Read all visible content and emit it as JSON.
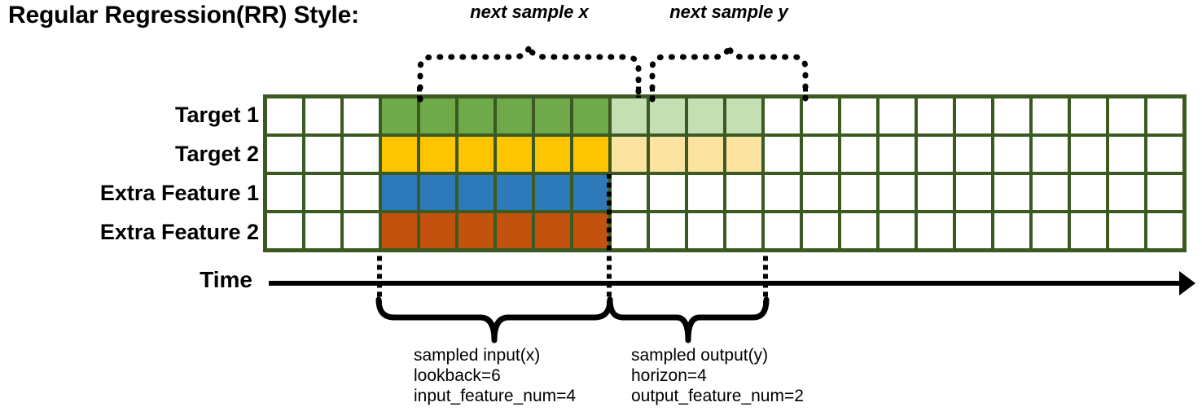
{
  "title": "Regular Regression(RR) Style:",
  "rows": [
    {
      "label": "Target 1",
      "name": "target-1"
    },
    {
      "label": "Target 2",
      "name": "target-2"
    },
    {
      "label": "Extra Feature 1",
      "name": "extra-feature-1"
    },
    {
      "label": "Extra Feature 2",
      "name": "extra-feature-2"
    }
  ],
  "axis": {
    "time_label": "Time",
    "arrow_direction": "right"
  },
  "annotations": {
    "top_left": "next sample x",
    "top_right": "next sample y",
    "bottom_left": [
      "sampled input(x)",
      "lookback=6",
      "input_feature_num=4"
    ],
    "bottom_right": [
      "sampled output(y)",
      "horizon=4",
      "output_feature_num=2"
    ]
  },
  "grid": {
    "columns": 24,
    "lead_blank_columns": 3,
    "lookback": 6,
    "horizon": 4,
    "cell_fills": [
      [
        "w",
        "w",
        "w",
        "green",
        "green",
        "green",
        "green",
        "green",
        "green",
        "green-l",
        "green-l",
        "green-l",
        "green-l",
        "w",
        "w",
        "w",
        "w",
        "w",
        "w",
        "w",
        "w",
        "w",
        "w",
        "w"
      ],
      [
        "w",
        "w",
        "w",
        "yellow",
        "yellow",
        "yellow",
        "yellow",
        "yellow",
        "yellow",
        "yellow-l",
        "yellow-l",
        "yellow-l",
        "yellow-l",
        "w",
        "w",
        "w",
        "w",
        "w",
        "w",
        "w",
        "w",
        "w",
        "w",
        "w"
      ],
      [
        "w",
        "w",
        "w",
        "blue",
        "blue",
        "blue",
        "blue",
        "blue",
        "blue",
        "w",
        "w",
        "w",
        "w",
        "w",
        "w",
        "w",
        "w",
        "w",
        "w",
        "w",
        "w",
        "w",
        "w",
        "w"
      ],
      [
        "w",
        "w",
        "w",
        "orange",
        "orange",
        "orange",
        "orange",
        "orange",
        "orange",
        "w",
        "w",
        "w",
        "w",
        "w",
        "w",
        "w",
        "w",
        "w",
        "w",
        "w",
        "w",
        "w",
        "w",
        "w"
      ]
    ]
  },
  "colors": {
    "grid_border": "#3b5a21",
    "target1": "#6fa949",
    "target1_light": "#c5dfb5",
    "target2": "#fdc400",
    "target2_light": "#fde3a0",
    "extra1": "#2e79b9",
    "extra2": "#c4520f",
    "ink": "#000000",
    "background": "#ffffff"
  },
  "chart_data": {
    "type": "table",
    "title": "Regular Regression(RR) Style:",
    "categories": [
      "Target 1",
      "Target 2",
      "Extra Feature 1",
      "Extra Feature 2"
    ],
    "xlabel": "Time",
    "ylabel": "",
    "legend": [
      "next sample x",
      "next sample y"
    ],
    "annotations": [
      "sampled input(x) lookback=6 input_feature_num=4",
      "sampled output(y) horizon=4 output_feature_num=2"
    ]
  }
}
